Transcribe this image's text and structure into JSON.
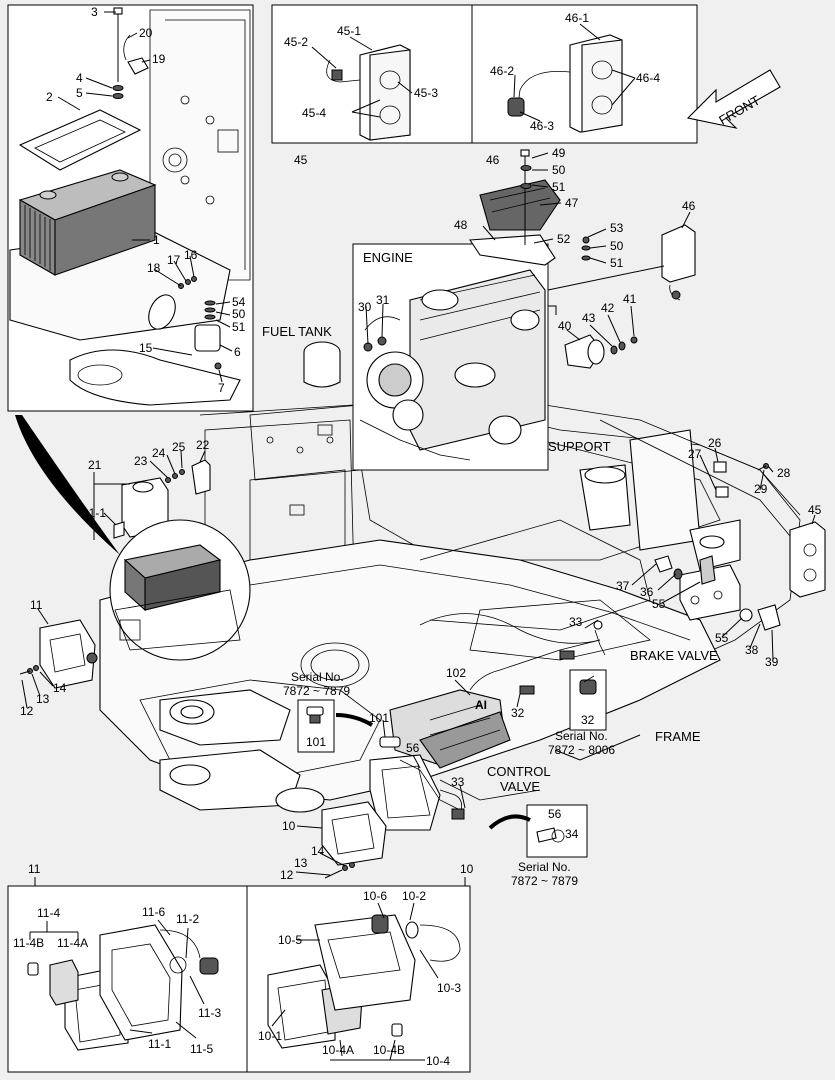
{
  "direction": "FRONT",
  "areas": {
    "engine": "ENGINE",
    "fuel_tank": "FUEL TANK",
    "support": "SUPPORT",
    "brake_valve": "BRAKE VALVE",
    "frame": "FRAME",
    "control_valve_1": "CONTROL",
    "control_valve_2": "VALVE",
    "ai": "AI"
  },
  "serials": {
    "s101_label": "Serial No.",
    "s101_range": "7872 ~ 7879",
    "s32_label": "Serial No.",
    "s32_range": "7872 ~ 8006",
    "s56_label": "Serial No.",
    "s56_range": "7872 ~ 7879"
  },
  "inset_battery": [
    "3",
    "20",
    "19",
    "4",
    "5",
    "2",
    "1",
    "18",
    "17",
    "16",
    "54",
    "50",
    "51",
    "6",
    "15",
    "7"
  ],
  "inset_lamps": [
    "45",
    "45-1",
    "45-2",
    "45-3",
    "45-4",
    "46",
    "46-1",
    "46-2",
    "46-3",
    "46-4"
  ],
  "top_right": [
    "49",
    "50",
    "51",
    "47",
    "48",
    "52",
    "53",
    "50",
    "51",
    "46",
    "41",
    "42",
    "43",
    "40"
  ],
  "engine_parts": [
    "30",
    "31"
  ],
  "left_parts": [
    "21",
    "21-1",
    "22",
    "23",
    "24",
    "25",
    "11",
    "14",
    "13",
    "12"
  ],
  "right_parts": [
    "26",
    "27",
    "28",
    "29",
    "45",
    "37",
    "36",
    "55",
    "55",
    "38",
    "39",
    "33",
    "32",
    "32",
    "102",
    "101",
    "101",
    "56",
    "33",
    "10",
    "14",
    "13",
    "12",
    "56",
    "34"
  ],
  "inset_11": [
    "11",
    "11-4",
    "11-4B",
    "11-4A",
    "11-6",
    "11-2",
    "11-3",
    "11-1",
    "11-5"
  ],
  "inset_10": [
    "10",
    "10-6",
    "10-2",
    "10-5",
    "10-3",
    "10-1",
    "10-4A",
    "10-4B",
    "10-4"
  ]
}
